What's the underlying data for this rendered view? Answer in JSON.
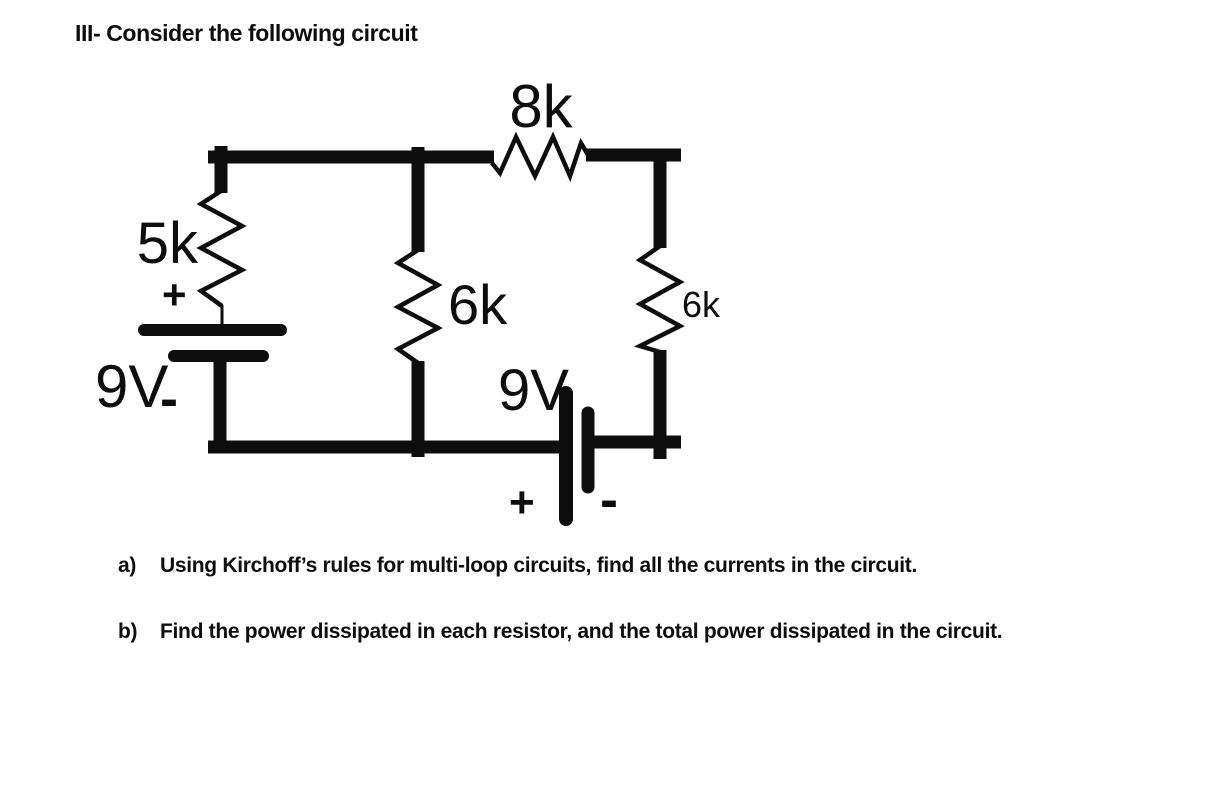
{
  "title": "III- Consider the following circuit",
  "circuit": {
    "resistors": [
      {
        "name": "top-resistor",
        "label": "8k"
      },
      {
        "name": "left-resistor",
        "label": "5k"
      },
      {
        "name": "middle-resistor",
        "label": "6k"
      },
      {
        "name": "right-resistor",
        "label": "6k"
      }
    ],
    "batteries": [
      {
        "name": "left-battery",
        "label": "9V",
        "plus": "+",
        "minus": "-"
      },
      {
        "name": "bottom-battery",
        "label": "9V",
        "plus": "+",
        "minus": "-"
      }
    ]
  },
  "questions": [
    {
      "marker": "a)",
      "text": "Using Kirchoff’s rules for multi-loop circuits, find all the currents in the circuit."
    },
    {
      "marker": "b)",
      "text": "Find the power dissipated in each resistor, and the total power dissipated in the circuit."
    }
  ],
  "colors": {
    "ink": "#0d0d0d",
    "background": "#ffffff"
  }
}
